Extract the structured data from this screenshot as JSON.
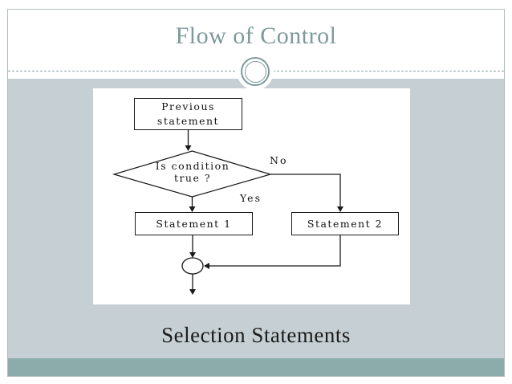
{
  "slide": {
    "title": "Flow of Control",
    "caption": "Selection Statements"
  },
  "flowchart": {
    "previous_box": {
      "line1": "Previous",
      "line2": "statement"
    },
    "decision": {
      "line1": "Is condition",
      "line2": "true ?"
    },
    "no_label": "No",
    "yes_label": "Yes",
    "statement1_label": "Statement 1",
    "statement2_label": "Statement 2"
  },
  "colors": {
    "title_text": "#7E999B",
    "body_background": "#C6CFD3",
    "footer_strip": "#8BACAB",
    "ornament_ring": "#7F989B",
    "flowchart_line": "#1A1A1A",
    "caption_text": "#1B1B1B"
  }
}
